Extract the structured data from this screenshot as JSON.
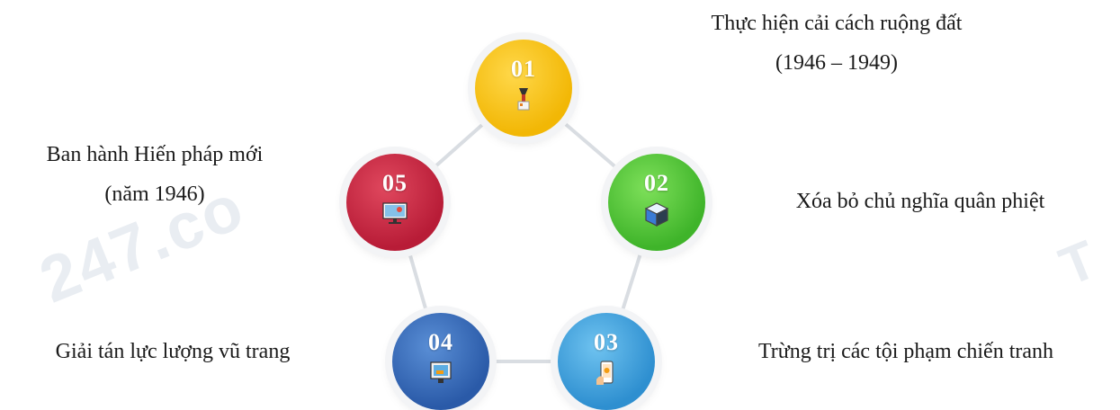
{
  "watermark": "247.co",
  "watermark_right": "T",
  "items": [
    {
      "number": "01",
      "lines": [
        "Thực hiện cải cách ruộng đất",
        "(1946 – 1949)"
      ],
      "color": "#f2b705",
      "icon": "lamp-icon"
    },
    {
      "number": "02",
      "lines": [
        "Xóa bỏ chủ nghĩa quân phiệt"
      ],
      "color": "#3fb42a",
      "icon": "cube-icon"
    },
    {
      "number": "03",
      "lines": [
        "Trừng trị các tội phạm chiến tranh"
      ],
      "color": "#2e8fd0",
      "icon": "smartphone-icon"
    },
    {
      "number": "04",
      "lines": [
        "Giải tán lực lượng vũ trang"
      ],
      "color": "#2a5aa8",
      "icon": "tv-icon"
    },
    {
      "number": "05",
      "lines": [
        "Ban hành Hiến pháp mới",
        "(năm 1946)"
      ],
      "color": "#b81c37",
      "icon": "monitor-icon"
    }
  ]
}
